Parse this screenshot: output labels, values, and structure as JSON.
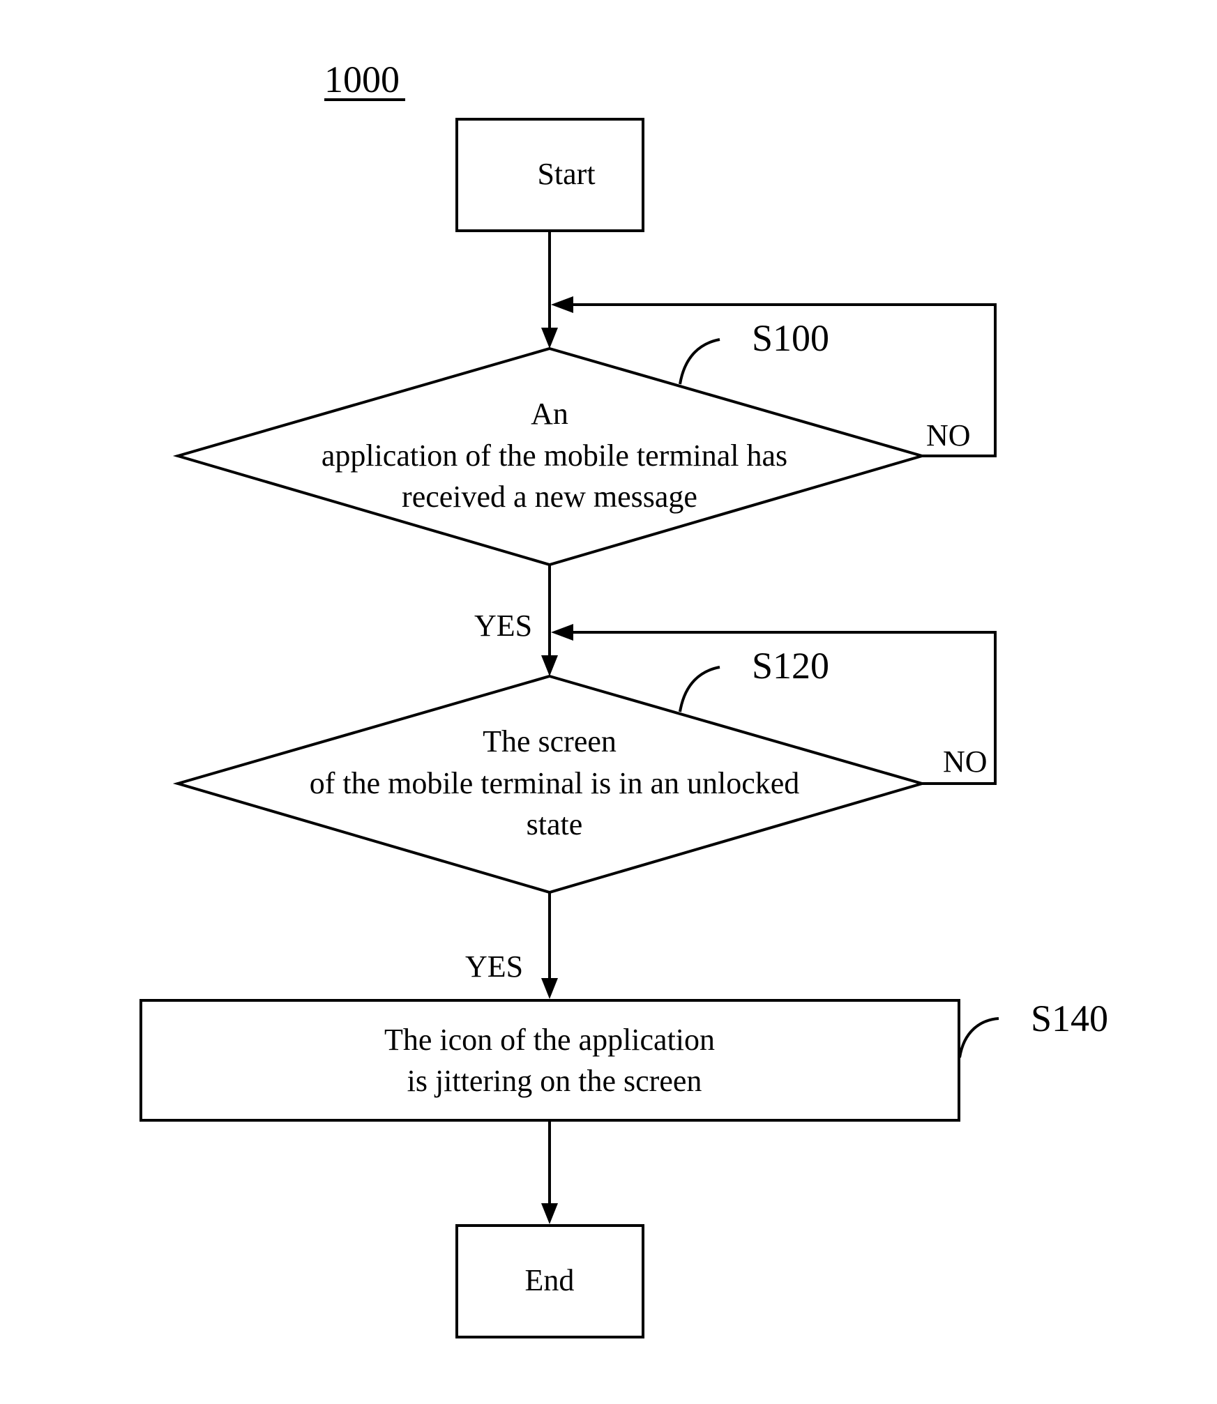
{
  "figure": {
    "number": "1000"
  },
  "nodes": {
    "start": {
      "label": "Start"
    },
    "decision_s100": {
      "step": "S100",
      "lines": [
        "An",
        "application of the mobile terminal has",
        "received a new message"
      ],
      "no_label": "NO",
      "yes_label": "YES"
    },
    "decision_s120": {
      "step": "S120",
      "lines": [
        "The screen",
        "of the mobile terminal is in an unlocked",
        "state"
      ],
      "no_label": "NO",
      "yes_label": "YES"
    },
    "process_s140": {
      "step": "S140",
      "lines": [
        "The icon of the  application",
        "is jittering on the screen"
      ]
    },
    "end": {
      "label": "End"
    }
  },
  "colors": {
    "stroke": "#000000",
    "background": "#ffffff"
  }
}
